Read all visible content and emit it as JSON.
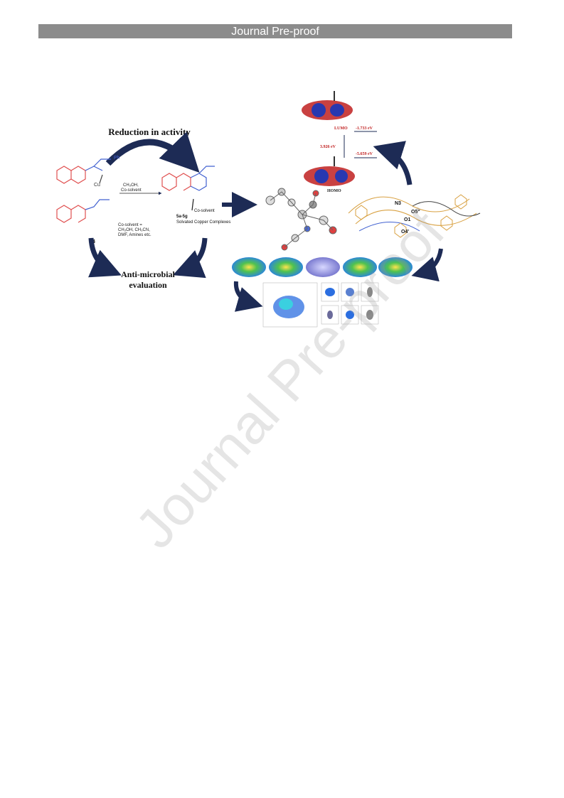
{
  "header": {
    "banner": "Journal Pre-proof"
  },
  "watermark": "Journal Pre-proof",
  "graphical_abstract": {
    "reduction_label": "Reduction in activity",
    "antimicrobial_label_1": "Anti-microbial",
    "antimicrobial_label_2": "evaluation",
    "reaction_condition_1": "CH₃OH,",
    "reaction_condition_2": "Co-solvent",
    "compound_4": "4",
    "product_label": "5a-5g",
    "product_cosolvent": "Co-solvent",
    "product_name": "Solvated Copper Complexes",
    "cosolvent_note_1": "Co-solvent =",
    "cosolvent_note_2": "CH₃OH, CH₃CN,",
    "cosolvent_note_3": "DMF, Amines etc.",
    "ph_label": "Ph",
    "cu_label": "Cu",
    "lumo_label": "LUMO",
    "lumo_energy": "-1.733 eV",
    "gap_energy": "3.926 eV",
    "homo_energy": "-5.659 eV",
    "homo_label": "HOMO",
    "atom_n3": "N3",
    "atom_o5": "O5\"",
    "atom_o1": "O1",
    "atom_o4": "O4'"
  }
}
